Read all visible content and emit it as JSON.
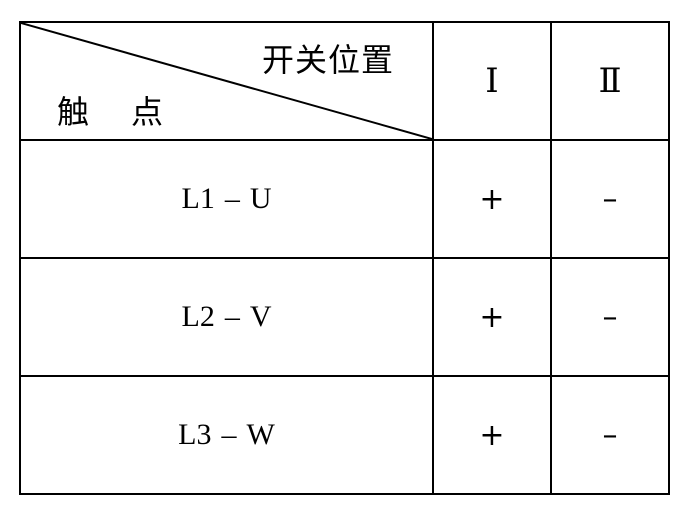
{
  "table": {
    "header": {
      "corner_top": "开关位置",
      "corner_bottom_1": "触",
      "corner_bottom_2": "点",
      "positions": [
        "Ⅰ",
        "Ⅱ"
      ]
    },
    "rows": [
      {
        "contact_a": "L1",
        "dash": "–",
        "contact_b": "U",
        "pos1": "+",
        "pos2": "–"
      },
      {
        "contact_a": "L2",
        "dash": "–",
        "contact_b": "V",
        "pos1": "+",
        "pos2": "–"
      },
      {
        "contact_a": "L3",
        "dash": "–",
        "contact_b": "W",
        "pos1": "+",
        "pos2": "–"
      }
    ]
  }
}
